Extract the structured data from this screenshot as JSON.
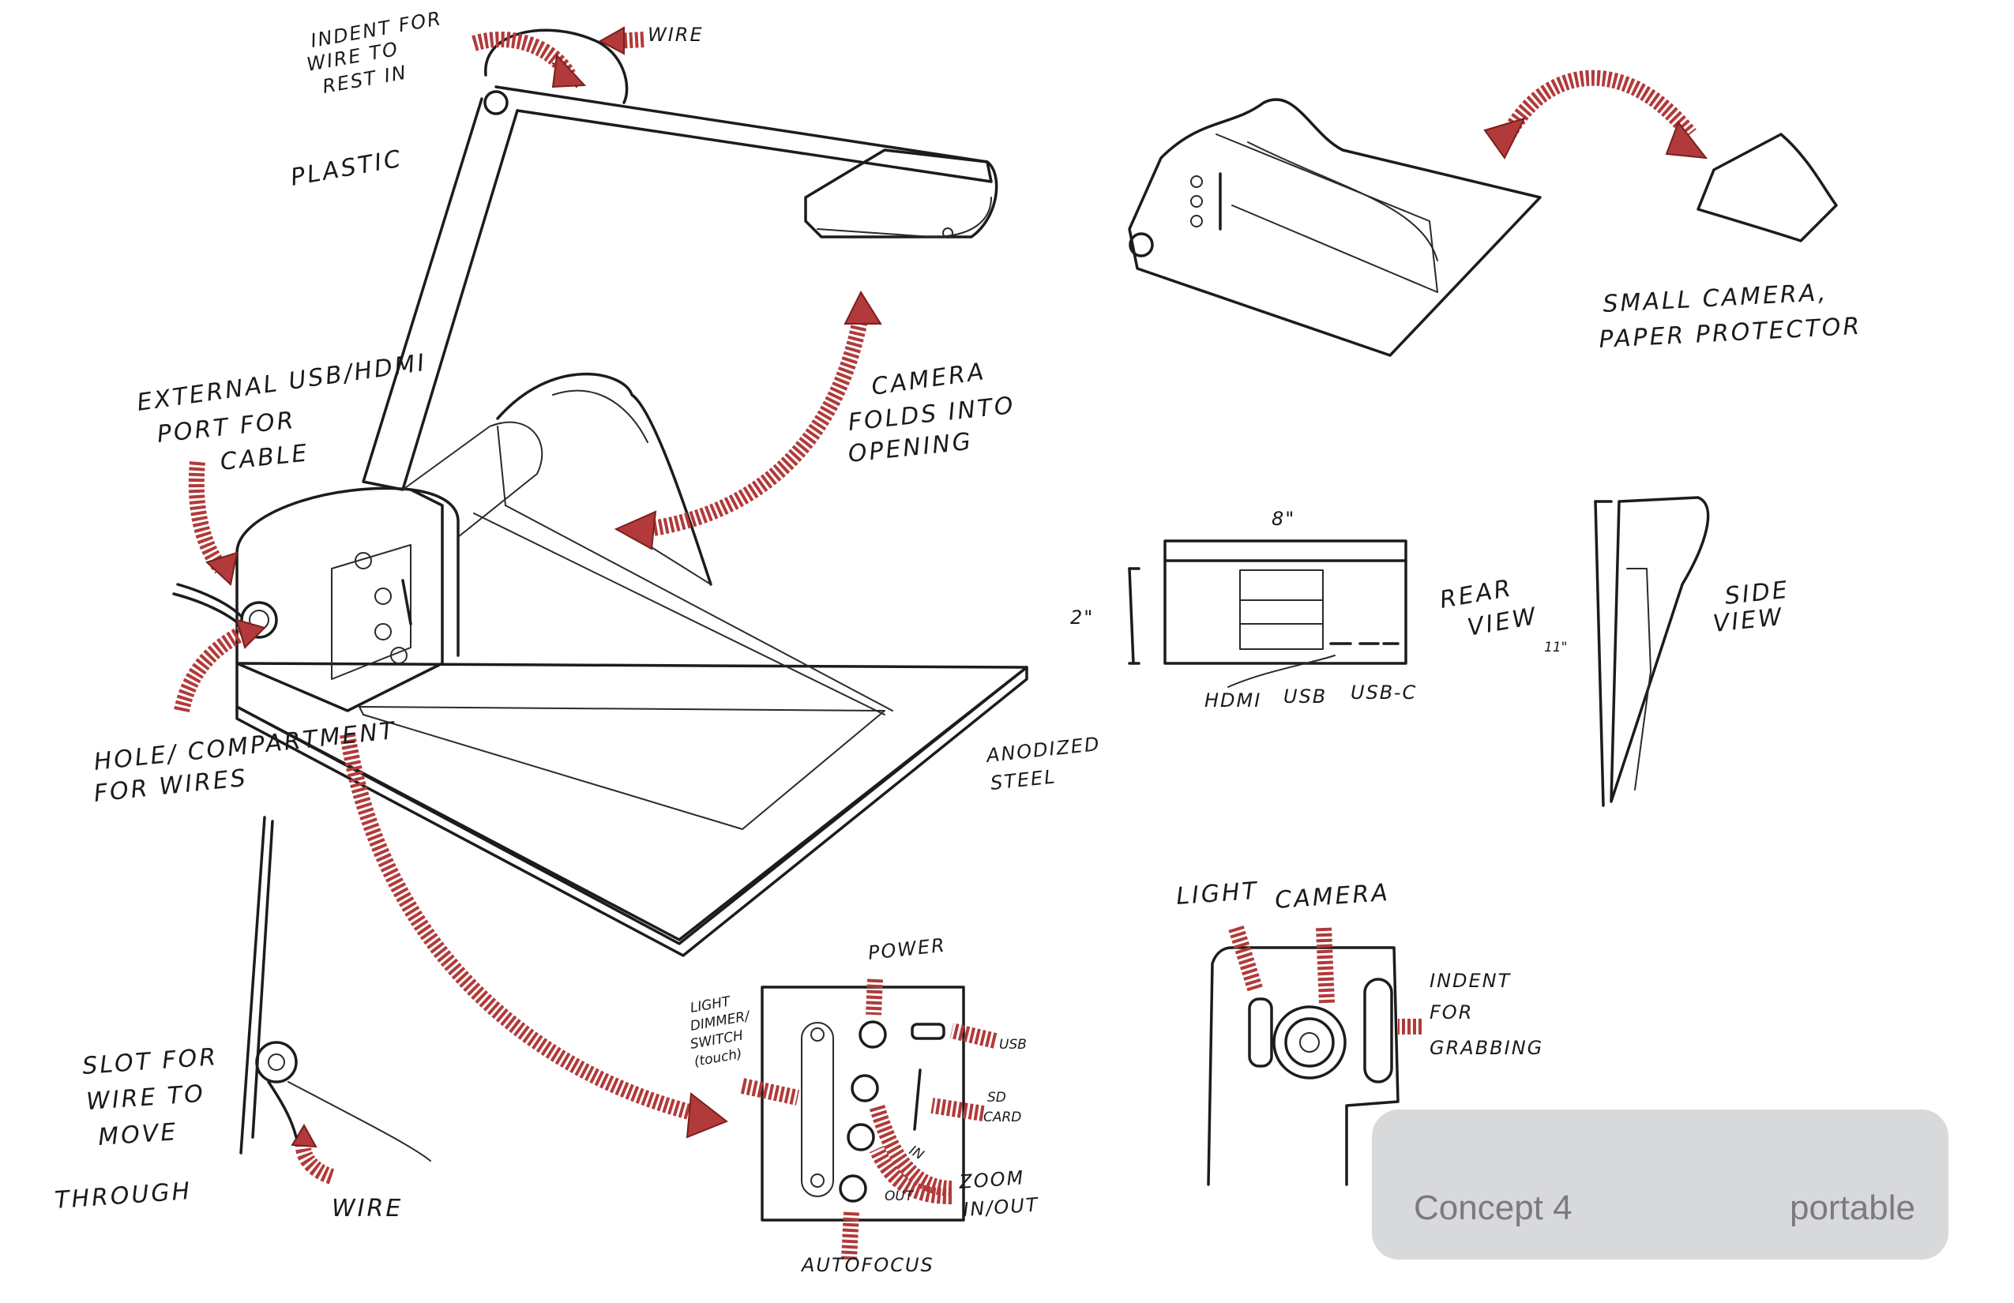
{
  "labels": {
    "indent_for_wire_1": "INDENT FOR",
    "indent_for_wire_2": "WIRE TO",
    "indent_for_wire_3": "REST IN",
    "wire_top": "WIRE",
    "plastic": "PLASTIC",
    "external_port_1": "EXTERNAL USB/HDMI",
    "external_port_2": "PORT  FOR",
    "external_port_3": "CABLE",
    "camera_folds_1": "CAMERA",
    "camera_folds_2": "FOLDS INTO",
    "camera_folds_3": "OPENING",
    "hole_compartment_1": "HOLE/ COMPARTMENT",
    "hole_compartment_2": "FOR  WIRES",
    "anodized_1": "ANODIZED",
    "anodized_2": "STEEL",
    "small_camera_1": "SMALL  CAMERA,",
    "small_camera_2": "PAPER  PROTECTOR",
    "dim_width": "8\"",
    "dim_height": "2\"",
    "dim_side": "11\"",
    "rear_view_1": "REAR",
    "rear_view_2": "VIEW",
    "side_view_1": "SIDE",
    "side_view_2": "VIEW",
    "port_hdmi": "HDMI",
    "port_usb": "USB",
    "port_usbc": "USB-C",
    "slot_1": "SLOT  FOR",
    "slot_2": "WIRE  TO",
    "slot_3": "MOVE",
    "slot_4": "THROUGH",
    "wire_bottom": "WIRE",
    "power": "POWER",
    "usb_panel": "USB",
    "light_dimmer_1": "LIGHT",
    "light_dimmer_2": "DIMMER/",
    "light_dimmer_3": "SWITCH",
    "light_dimmer_4": "(touch)",
    "sd_card_1": "SD",
    "sd_card_2": "CARD",
    "zoom_in": "IN",
    "zoom_out": "OUT",
    "zoom_1": "ZOOM",
    "zoom_2": "IN/OUT",
    "autofocus": "AUTOFOCUS",
    "light_head": "LIGHT",
    "camera_head": "CAMERA",
    "indent_grab_1": "INDENT",
    "indent_grab_2": "FOR",
    "indent_grab_3": "GRABBING"
  },
  "caption": {
    "title": "Concept 4",
    "subtitle": "portable"
  },
  "colors": {
    "ink": "#1c1c1c",
    "accent_red": "#b23a3a",
    "caption_bg": "#d8d9db",
    "caption_text": "#7a7b7d"
  }
}
